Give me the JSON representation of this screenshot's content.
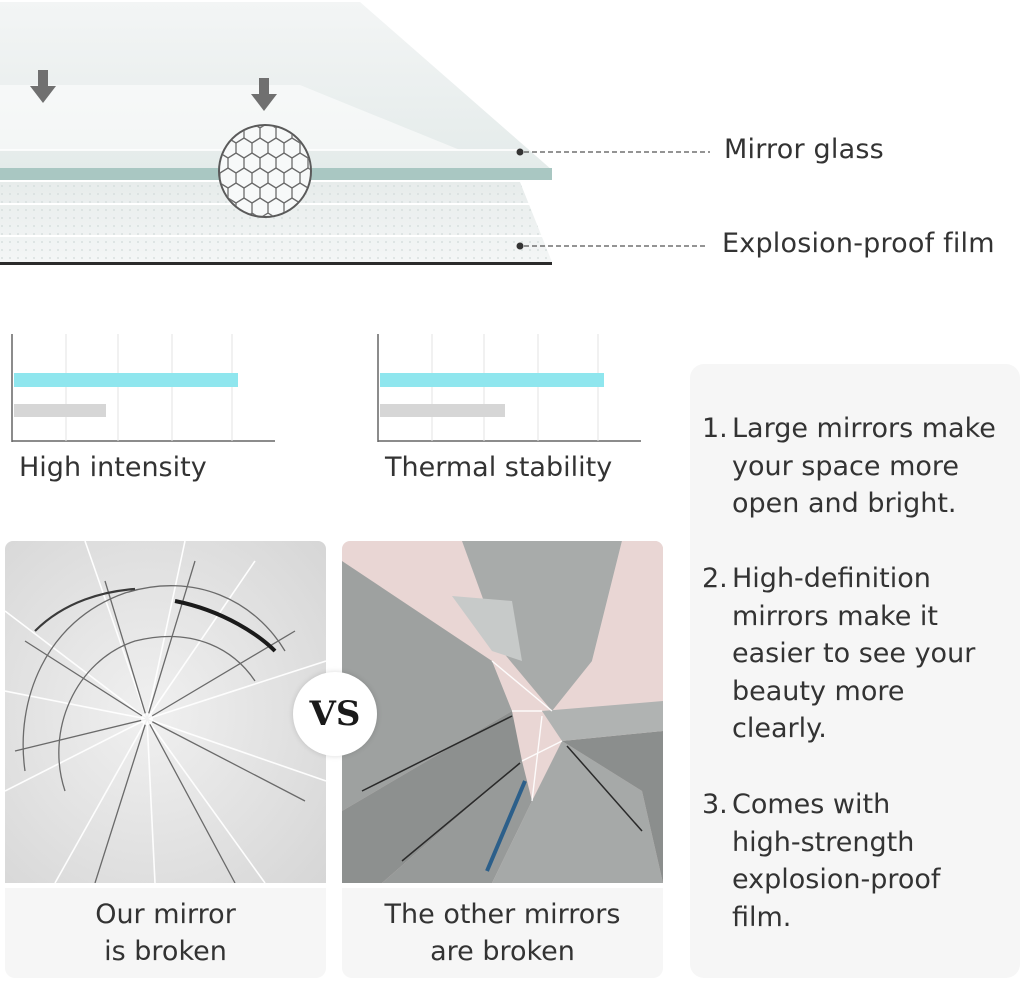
{
  "diagram": {
    "layer_top_label": "Mirror glass",
    "layer_bottom_label": "Explosion-proof film"
  },
  "charts": [
    {
      "caption": "High intensity",
      "bars": [
        {
          "value": 0.88,
          "color": "#8fe6ee"
        },
        {
          "value": 0.36,
          "color": "#d6d6d6"
        }
      ]
    },
    {
      "caption": "Thermal stability",
      "bars": [
        {
          "value": 0.88,
          "color": "#8fe6ee"
        },
        {
          "value": 0.49,
          "color": "#d6d6d6"
        }
      ]
    }
  ],
  "features": [
    {
      "num": "1.",
      "lines": [
        "Large mirrors make",
        "your space more",
        "open and bright."
      ]
    },
    {
      "num": "2.",
      "lines": [
        "High-definition",
        "mirrors make it",
        "easier to see your",
        "beauty more",
        "clearly."
      ]
    },
    {
      "num": "3.",
      "lines": [
        "Comes with",
        "high-strength",
        "explosion-proof",
        "film."
      ]
    }
  ],
  "comparison": {
    "vs_label": "VS",
    "ours": {
      "lines": [
        "Our mirror",
        "is broken"
      ]
    },
    "others": {
      "lines": [
        "The other mirrors",
        "are broken"
      ]
    }
  },
  "colors": {
    "accent": "#8fe6ee",
    "glass": "#a9c7c2",
    "panel": "#f6f6f6"
  }
}
